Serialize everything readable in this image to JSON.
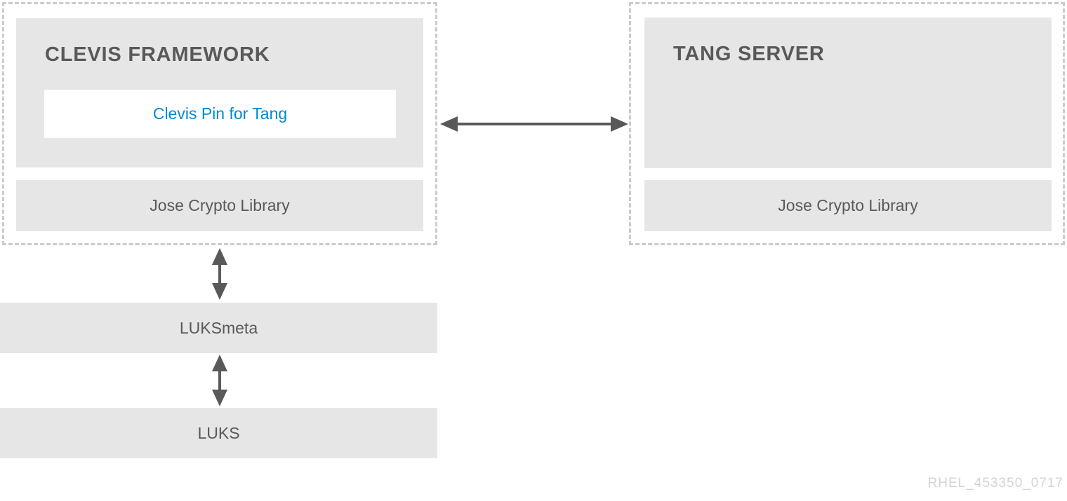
{
  "clevis_group": {
    "title": "CLEVIS FRAMEWORK",
    "pin_label": "Clevis Pin for Tang",
    "jose_label": "Jose Crypto Library"
  },
  "tang_group": {
    "title": "TANG SERVER",
    "jose_label": "Jose Crypto Library"
  },
  "luksmeta_label": "LUKSmeta",
  "luks_label": "LUKS",
  "watermark": "RHEL_453350_0717",
  "icons": {
    "horizontal_arrow": "double-headed-arrow-horizontal",
    "vertical_arrow_1": "double-headed-arrow-vertical",
    "vertical_arrow_2": "double-headed-arrow-vertical"
  },
  "colors": {
    "box_fill": "#e6e6e6",
    "inner_box_fill": "#ffffff",
    "dashed_border": "#cbcbcb",
    "text_dark": "#58595b",
    "accent_blue": "#0088ce",
    "arrow": "#58595b",
    "watermark": "#d4d4d4"
  }
}
